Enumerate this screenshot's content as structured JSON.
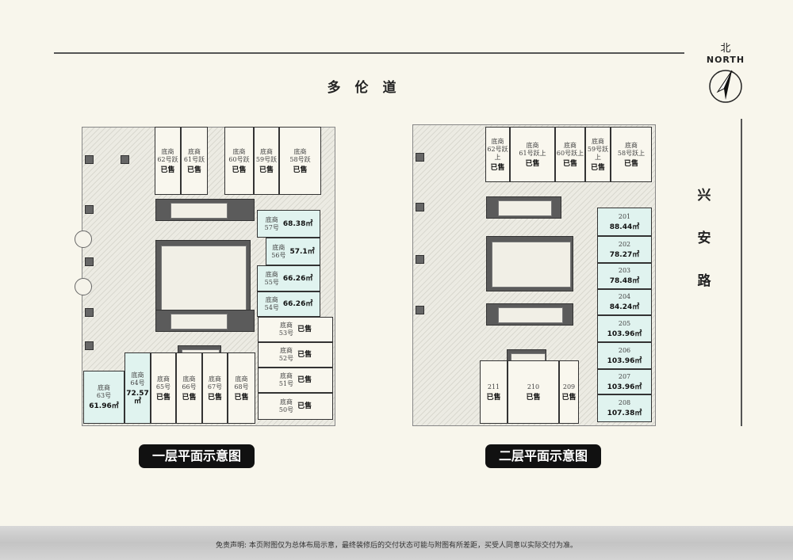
{
  "compass": {
    "cn": "北",
    "en": "NORTH"
  },
  "roads": {
    "top": "多伦道",
    "side": [
      "兴",
      "安",
      "路"
    ]
  },
  "floor1": {
    "caption": "一层平面示意图",
    "units": [
      {
        "type": "底商",
        "no": "62号跃",
        "status": "已售"
      },
      {
        "type": "底商",
        "no": "61号跃",
        "status": "已售"
      },
      {
        "type": "底商",
        "no": "60号跃",
        "status": "已售"
      },
      {
        "type": "底商",
        "no": "59号跃",
        "status": "已售"
      },
      {
        "type": "底商",
        "no": "58号跃",
        "status": "已售"
      },
      {
        "type": "底商",
        "no": "57号",
        "area": "68.38㎡"
      },
      {
        "type": "底商",
        "no": "56号",
        "area": "57.1㎡"
      },
      {
        "type": "底商",
        "no": "55号",
        "area": "66.26㎡"
      },
      {
        "type": "底商",
        "no": "54号",
        "area": "66.26㎡"
      },
      {
        "type": "底商",
        "no": "53号",
        "status": "已售"
      },
      {
        "type": "底商",
        "no": "52号",
        "status": "已售"
      },
      {
        "type": "底商",
        "no": "51号",
        "status": "已售"
      },
      {
        "type": "底商",
        "no": "50号",
        "status": "已售"
      },
      {
        "type": "底商",
        "no": "63号",
        "area": "61.96㎡"
      },
      {
        "type": "底商",
        "no": "64号",
        "area": "72.57㎡"
      },
      {
        "type": "底商",
        "no": "65号",
        "status": "已售"
      },
      {
        "type": "底商",
        "no": "66号",
        "status": "已售"
      },
      {
        "type": "底商",
        "no": "67号",
        "status": "已售"
      },
      {
        "type": "底商",
        "no": "68号",
        "status": "已售"
      }
    ]
  },
  "floor2": {
    "caption": "二层平面示意图",
    "units": [
      {
        "type": "底商",
        "no": "62号跃上",
        "status": "已售"
      },
      {
        "type": "底商",
        "no": "61号跃上",
        "status": "已售"
      },
      {
        "type": "底商",
        "no": "60号跃上",
        "status": "已售"
      },
      {
        "type": "底商",
        "no": "59号跃上",
        "status": "已售"
      },
      {
        "type": "底商",
        "no": "58号跃上",
        "status": "已售"
      },
      {
        "no": "201",
        "area": "88.44㎡"
      },
      {
        "no": "202",
        "area": "78.27㎡"
      },
      {
        "no": "203",
        "area": "78.48㎡"
      },
      {
        "no": "204",
        "area": "84.24㎡"
      },
      {
        "no": "205",
        "area": "103.96㎡"
      },
      {
        "no": "206",
        "area": "103.96㎡"
      },
      {
        "no": "207",
        "area": "103.96㎡"
      },
      {
        "no": "208",
        "area": "107.38㎡"
      },
      {
        "no": "211",
        "status": "已售"
      },
      {
        "no": "210",
        "status": "已售"
      },
      {
        "no": "209",
        "status": "已售"
      }
    ]
  },
  "footer": {
    "disclaimer": "免责声明: 本页附图仅为总体布局示意，最终装修后的交付状态可能与附图有所差距，买受人同意以实际交付为准。"
  },
  "colors": {
    "available": "#e0f3ef",
    "sold": "#f9f7ee",
    "background": "#f8f6ec"
  }
}
